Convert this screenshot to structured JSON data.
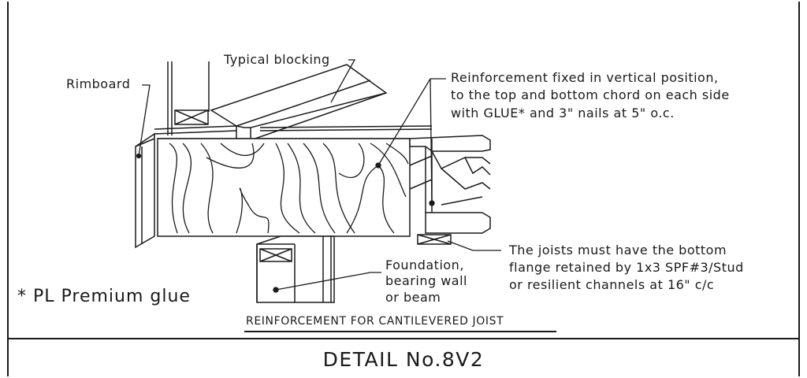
{
  "labels": {
    "rimboard": "Rimboard",
    "typical_blocking": "Typical blocking",
    "reinforcement": [
      "Reinforcement fixed in vertical position,",
      "to the top and bottom chord on each side",
      "with GLUE* and 3\" nails at 5\" o.c."
    ],
    "joists": [
      "The joists must have the bottom",
      "flange retained by 1x3 SPF#3/Stud",
      "or resilient channels at 16\" c/c"
    ],
    "foundation": [
      "Foundation,",
      "bearing wall",
      "or beam"
    ]
  },
  "footnote": "* PL Premium glue",
  "drawing_title": "REINFORCEMENT FOR CANTILEVERED JOIST",
  "detail_label": "DETAIL No.8V2"
}
